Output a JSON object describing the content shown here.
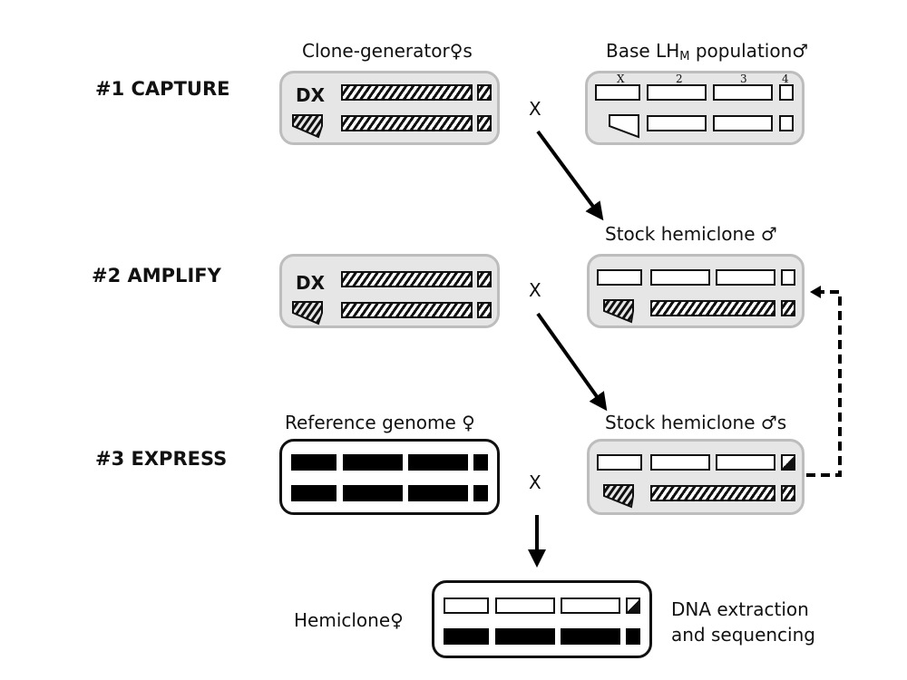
{
  "steps": [
    {
      "label": "#1 CAPTURE"
    },
    {
      "label": "#2 AMPLIFY"
    },
    {
      "label": "#3 EXPRESS"
    }
  ],
  "panels": {
    "clone_generator": {
      "title": "Clone-generator♀s",
      "dx_label": "DX"
    },
    "base_population": {
      "title_main": "Base LH",
      "title_sub": "M",
      "title_end": " population♂",
      "chromosome_labels": [
        "X",
        "2",
        "3",
        "4"
      ]
    },
    "stock_hemiclone_male": {
      "title": "Stock hemiclone ♂"
    },
    "amplify_clone_generator": {
      "dx_label": "DX"
    },
    "stock_hemiclone_males": {
      "title": "Stock hemiclone ♂s"
    },
    "reference_genome": {
      "title": "Reference genome ♀"
    },
    "hemiclone_female": {
      "title": "Hemiclone♀"
    }
  },
  "cross_symbol": "X",
  "final_note": {
    "line1": "DNA extraction",
    "line2": "and sequencing"
  },
  "colors": {
    "panel_fill": "#e6e6e6",
    "panel_border": "#bdbdbd",
    "ink": "#111111"
  }
}
